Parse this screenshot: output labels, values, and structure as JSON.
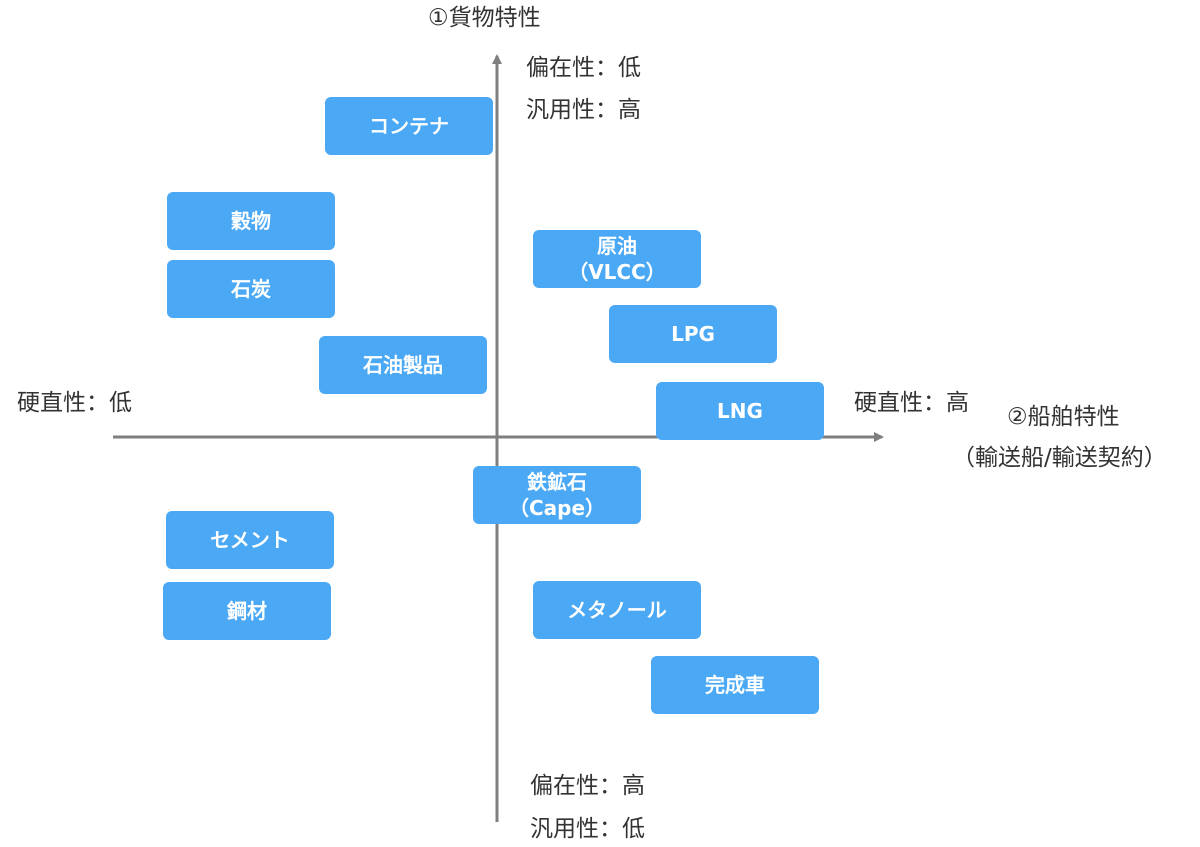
{
  "axis_labels": {
    "y_title": "①貨物特性",
    "y_top_line1": "偏在性：低",
    "y_top_line2": "汎用性：高",
    "y_bottom_line1": "偏在性：高",
    "y_bottom_line2": "汎用性：低",
    "x_left": "硬直性：低",
    "x_right": "硬直性：高",
    "x_title_line1": "②船舶特性",
    "x_title_line2": "（輸送船/輸送契約）"
  },
  "colors": {
    "box_fill": "#4aa8f4",
    "box_text": "#ffffff",
    "axis": "#7f7f7f",
    "label_text": "#333333"
  },
  "cargo_boxes": {
    "container": {
      "line1": "コンテナ"
    },
    "grain": {
      "line1": "穀物"
    },
    "coal": {
      "line1": "石炭"
    },
    "petroleum_products": {
      "line1": "石油製品"
    },
    "crude_oil": {
      "line1": "原油",
      "line2": "（VLCC）"
    },
    "lpg": {
      "line1": "LPG"
    },
    "lng": {
      "line1": "LNG"
    },
    "iron_ore": {
      "line1": "鉄鉱石",
      "line2": "（Cape）"
    },
    "cement": {
      "line1": "セメント"
    },
    "steel": {
      "line1": "鋼材"
    },
    "methanol": {
      "line1": "メタノール"
    },
    "finished_cars": {
      "line1": "完成車"
    }
  }
}
